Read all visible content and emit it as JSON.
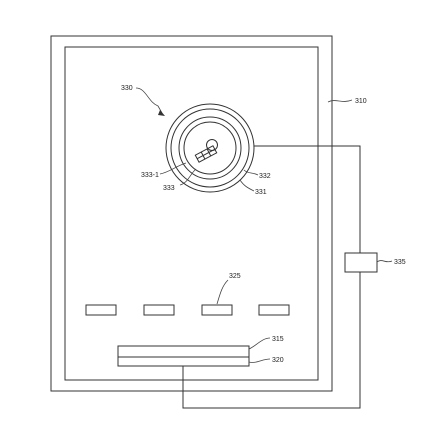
{
  "labels": {
    "device": "330",
    "housing": "310",
    "ring_outer": "331",
    "ring_mid": "332",
    "grid_element": "333",
    "grid_sub": "333-1",
    "controller": "335",
    "sensors": "325",
    "strip_top": "315",
    "strip_bottom": "320"
  }
}
